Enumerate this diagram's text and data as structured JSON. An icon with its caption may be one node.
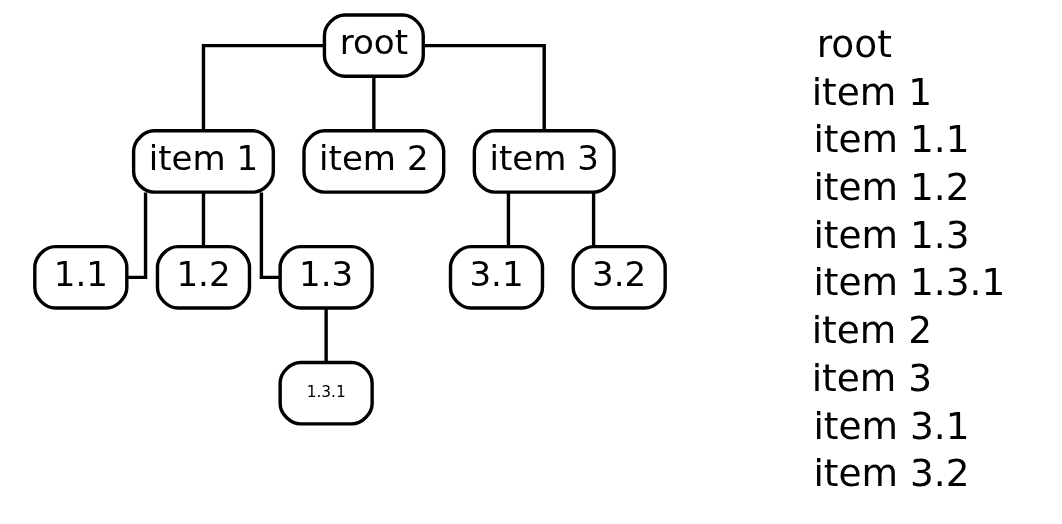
{
  "diagram": {
    "nodes": [
      {
        "text": [
          "root"
        ]
      },
      {
        "text": [
          "item 1"
        ]
      },
      {
        "text": [
          "item 2"
        ]
      },
      {
        "text": [
          "item 3"
        ]
      },
      {
        "text": [
          "1.1"
        ]
      },
      {
        "text": [
          "1.2"
        ]
      },
      {
        "text": [
          "1.3"
        ]
      },
      {
        "text": [
          "1.3.1"
        ]
      },
      {
        "text": [
          "3.1"
        ]
      },
      {
        "text": [
          "3.2"
        ]
      }
    ],
    "edges": [
      {
        "from": 0,
        "to": 1,
        "arrow": "none"
      },
      {
        "from": 0,
        "to": 2,
        "arrow": "none"
      },
      {
        "from": 0,
        "to": 3,
        "arrow": "none"
      },
      {
        "from": 1,
        "to": 4,
        "arrow": "none"
      },
      {
        "from": 1,
        "to": 5,
        "arrow": "none"
      },
      {
        "from": 1,
        "to": 6,
        "arrow": "none"
      },
      {
        "from": 6,
        "to": 7,
        "arrow": "none"
      },
      {
        "from": 3,
        "to": 8,
        "arrow": "none"
      },
      {
        "from": 3,
        "to": 9,
        "arrow": "none"
      }
    ],
    "labels": [
      "root",
      "item 1",
      "item 1.1",
      "item 1.2",
      "item 1.3",
      "item 1.3.1",
      "item 2",
      "item 3",
      "item 3.1",
      "item 3.2"
    ]
  }
}
